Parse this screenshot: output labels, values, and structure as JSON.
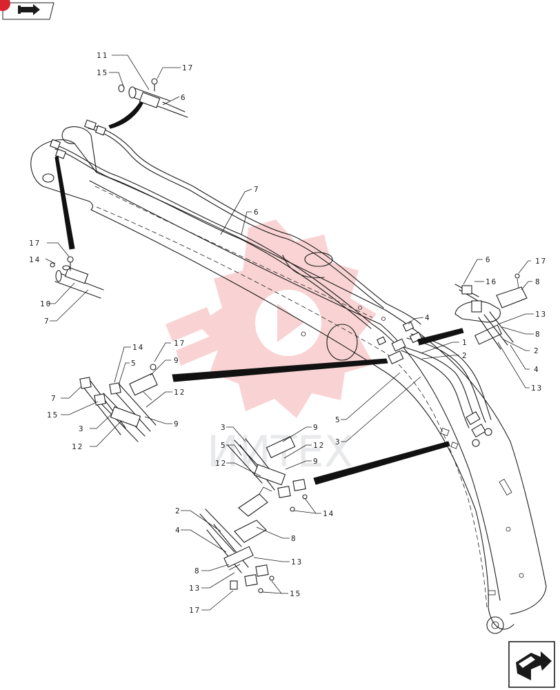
{
  "header": {
    "icon": "back-arrow-icon",
    "badge_color": "#d9232e"
  },
  "footer": {
    "icon": "next-arrow-icon"
  },
  "watermark": {
    "text": "ИИTEX",
    "color": "#e83a3a"
  },
  "callouts": {
    "c11": "11",
    "c15a": "15",
    "c17a": "17",
    "c6a": "6",
    "c17b": "17",
    "c14a": "14",
    "c10": "10",
    "c7a": "7",
    "c7b": "7",
    "c6b": "6",
    "c4a": "4",
    "c6c": "6",
    "c16": "16",
    "c17c": "17",
    "c8a": "8",
    "c13a": "13",
    "c8b": "8",
    "c1": "1",
    "c2a": "2",
    "c2b": "2",
    "c4b": "4",
    "c13b": "13",
    "c14b": "14",
    "c17d": "17",
    "c5a": "5",
    "c9a": "9",
    "c7c": "7",
    "c15b": "15",
    "c12a": "12",
    "c3a": "3",
    "c9b": "9",
    "c12b": "12",
    "c5b": "5",
    "c3b": "3",
    "c3c": "3",
    "c9c": "9",
    "c5c": "5",
    "c12c": "12",
    "c12d": "12",
    "c9d": "9",
    "c14c": "14",
    "c2c": "2",
    "c4c": "4",
    "c8c": "8",
    "c8d": "8",
    "c13c": "13",
    "c13d": "13",
    "c15c": "15",
    "c17e": "17"
  }
}
